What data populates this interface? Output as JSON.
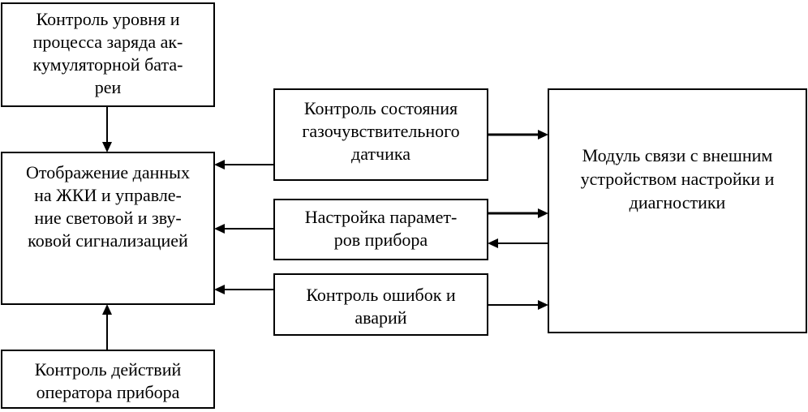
{
  "diagram": {
    "blocks": {
      "battery": {
        "lines": [
          "Контроль уровня и",
          "процесса заряда ак-",
          "кумуляторной бата-",
          "реи"
        ]
      },
      "display": {
        "lines": [
          "Отображение данных",
          "на ЖКИ и управле-",
          "ние световой и зву-",
          "ковой сигнализацией"
        ]
      },
      "operator": {
        "lines": [
          "Контроль действий",
          "оператора прибора"
        ]
      },
      "sensor": {
        "lines": [
          "Контроль состояния",
          "газочувствительного",
          "датчика"
        ]
      },
      "settings": {
        "lines": [
          "Настройка парамет-",
          "ров прибора"
        ]
      },
      "errors": {
        "lines": [
          "Контроль ошибок и",
          "аварий"
        ]
      },
      "comm": {
        "lines": [
          "Модуль связи с внешним",
          "устройством настройки и",
          "диагностики"
        ]
      }
    },
    "connections": [
      {
        "from": "battery",
        "to": "display"
      },
      {
        "from": "operator",
        "to": "display"
      },
      {
        "from": "sensor",
        "to": "display"
      },
      {
        "from": "settings",
        "to": "display"
      },
      {
        "from": "errors",
        "to": "display"
      },
      {
        "from": "sensor",
        "to": "comm"
      },
      {
        "from": "settings",
        "to": "comm"
      },
      {
        "from": "comm",
        "to": "settings"
      },
      {
        "from": "errors",
        "to": "comm"
      }
    ]
  }
}
